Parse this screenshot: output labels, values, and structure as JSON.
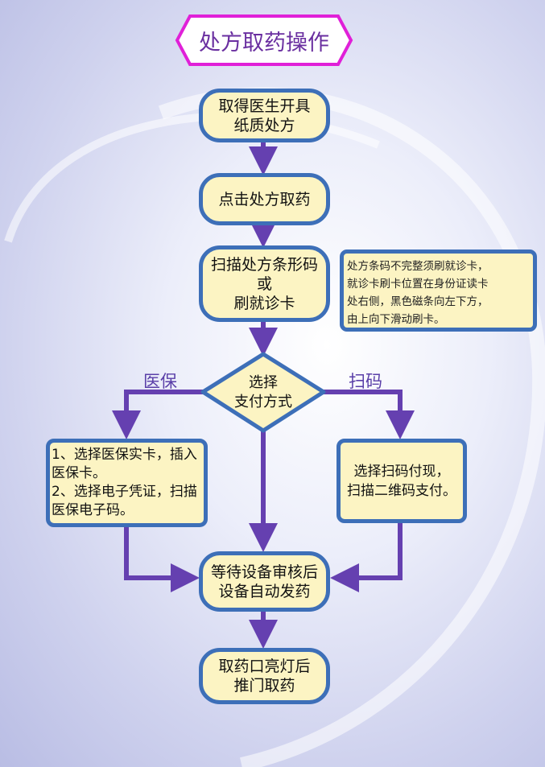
{
  "title": "处方取药操作",
  "steps": {
    "step1": "取得医生开具\n纸质处方",
    "step2": "点击处方取药",
    "step3": "扫描处方条形码\n或\n刷就诊卡",
    "decision": "选择\n支付方式",
    "medical_insurance": "1、选择医保实卡，插入医保卡。\n2、选择电子凭证，扫描医保电子码。",
    "scan_code": "选择扫码付现，\n扫描二维码支付。",
    "wait": "等待设备审核后\n设备自动发药",
    "final": "取药口亮灯后\n推门取药"
  },
  "branch_labels": {
    "left": "医保",
    "right": "扫码"
  },
  "note": "处方条码不完整须刷就诊卡，\n就诊卡刷卡位置在身份证读卡\n处右侧，黑色磁条向左下方，\n由上向下滑动刷卡。",
  "colors": {
    "box_fill": "#fcf4c3",
    "box_border": "#3d6fb8",
    "arrow": "#6540b0",
    "title_border": "#e020d8"
  }
}
